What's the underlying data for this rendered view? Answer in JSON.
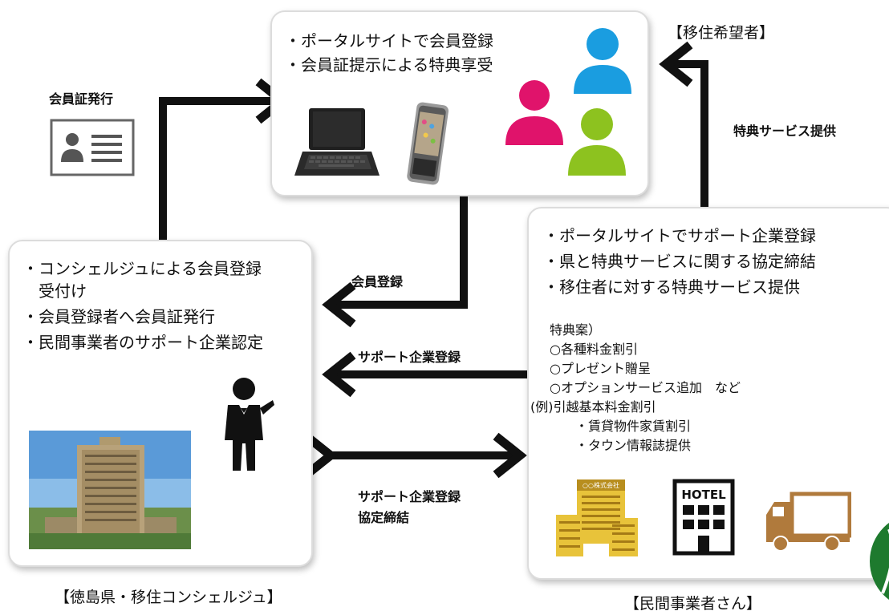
{
  "portal_box": {
    "lines": [
      "・ポータルサイトで会員登録",
      "・会員証提示による特典享受"
    ]
  },
  "concierge_box": {
    "lines": [
      "・コンシェルジュによる会員登録",
      "　受付け",
      "・会員登録者へ会員証発行",
      "・民間事業者のサポート企業認定"
    ]
  },
  "business_box": {
    "lines": [
      "・ポータルサイトでサポート企業登録",
      "・県と特典サービスに関する協定締結",
      "・移住者に対する特典サービス提供"
    ],
    "details": [
      "特典案）",
      "○各種料金割引",
      "○プレゼント贈呈",
      "○オプションサービス追加　など",
      "(例)引越基本料金割引",
      "　　・賃貸物件家賃割引",
      "　　・タウン情報誌提供"
    ],
    "hotel_sign": "HOTEL",
    "company_sign": "○○株式会社"
  },
  "labels": {
    "member_card_issue": "会員証発行",
    "member_registration": "会員登録",
    "support_registration": "サポート企業登録",
    "support_registration_agreement_1": "サポート企業登録",
    "support_registration_agreement_2": "協定締結",
    "benefit_service": "特典サービス提供"
  },
  "captions": {
    "migrants": "【移住希望者】",
    "concierge": "【徳島県・移住コンシェルジュ】",
    "business": "【民間事業者さん】"
  },
  "colors": {
    "person_blue": "#1a9de0",
    "person_pink": "#e0136b",
    "person_green": "#8dc21f",
    "arrow": "#111111",
    "building_yellow": "#e8c33a",
    "truck_brown": "#b07a3c",
    "logo_green": "#1e7a2e"
  },
  "icons": [
    "id-card-icon",
    "laptop-icon",
    "smartphone-icon",
    "person-icon",
    "butler-icon",
    "building-icon",
    "hotel-icon",
    "truck-icon",
    "leaf-logo-icon"
  ]
}
